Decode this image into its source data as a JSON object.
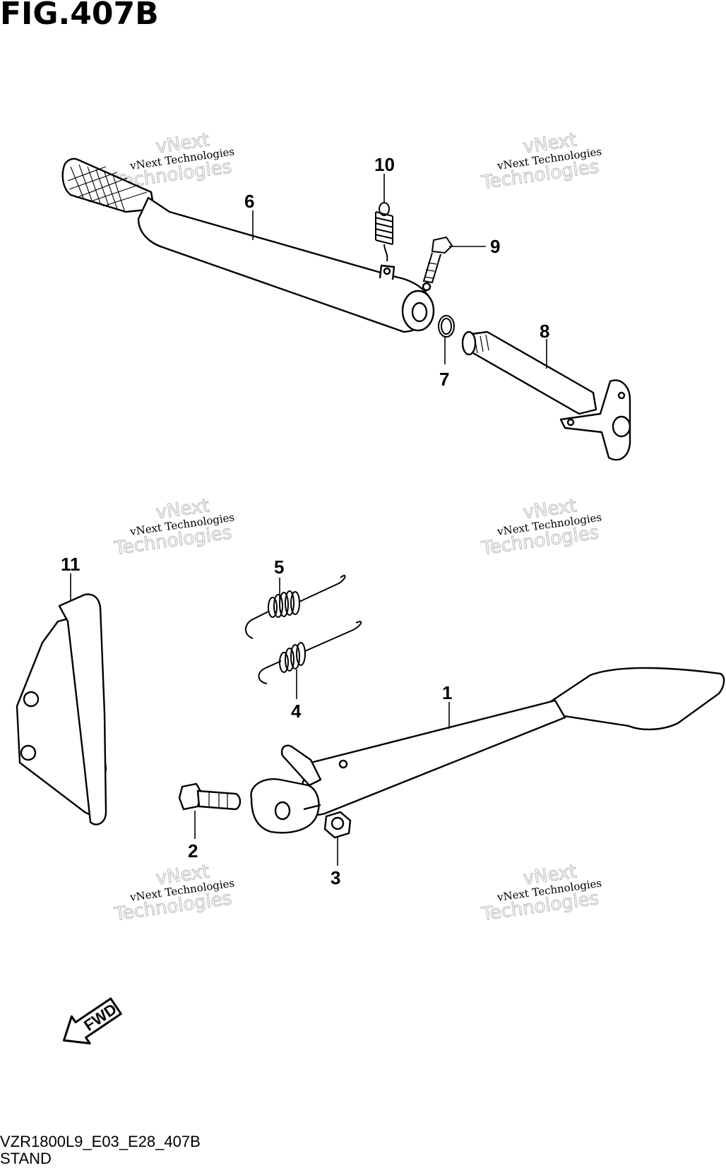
{
  "header": {
    "figure_title": "FIG.407B"
  },
  "footer": {
    "diagram_code": "VZR1800L9_E03_E28_407B",
    "section_name": "STAND"
  },
  "watermark": {
    "line1": "vNext Technologies",
    "line2": "vNext",
    "line3": "Technologies"
  },
  "fwd_arrow": {
    "label": "FWD"
  },
  "callouts": {
    "c1": "1",
    "c2": "2",
    "c3": "3",
    "c4": "4",
    "c5": "5",
    "c6": "6",
    "c7": "7",
    "c8": "8",
    "c9": "9",
    "c10": "10",
    "c11": "11"
  },
  "colors": {
    "line": "#000000",
    "background": "#ffffff",
    "watermark": "#b9b9b9"
  }
}
